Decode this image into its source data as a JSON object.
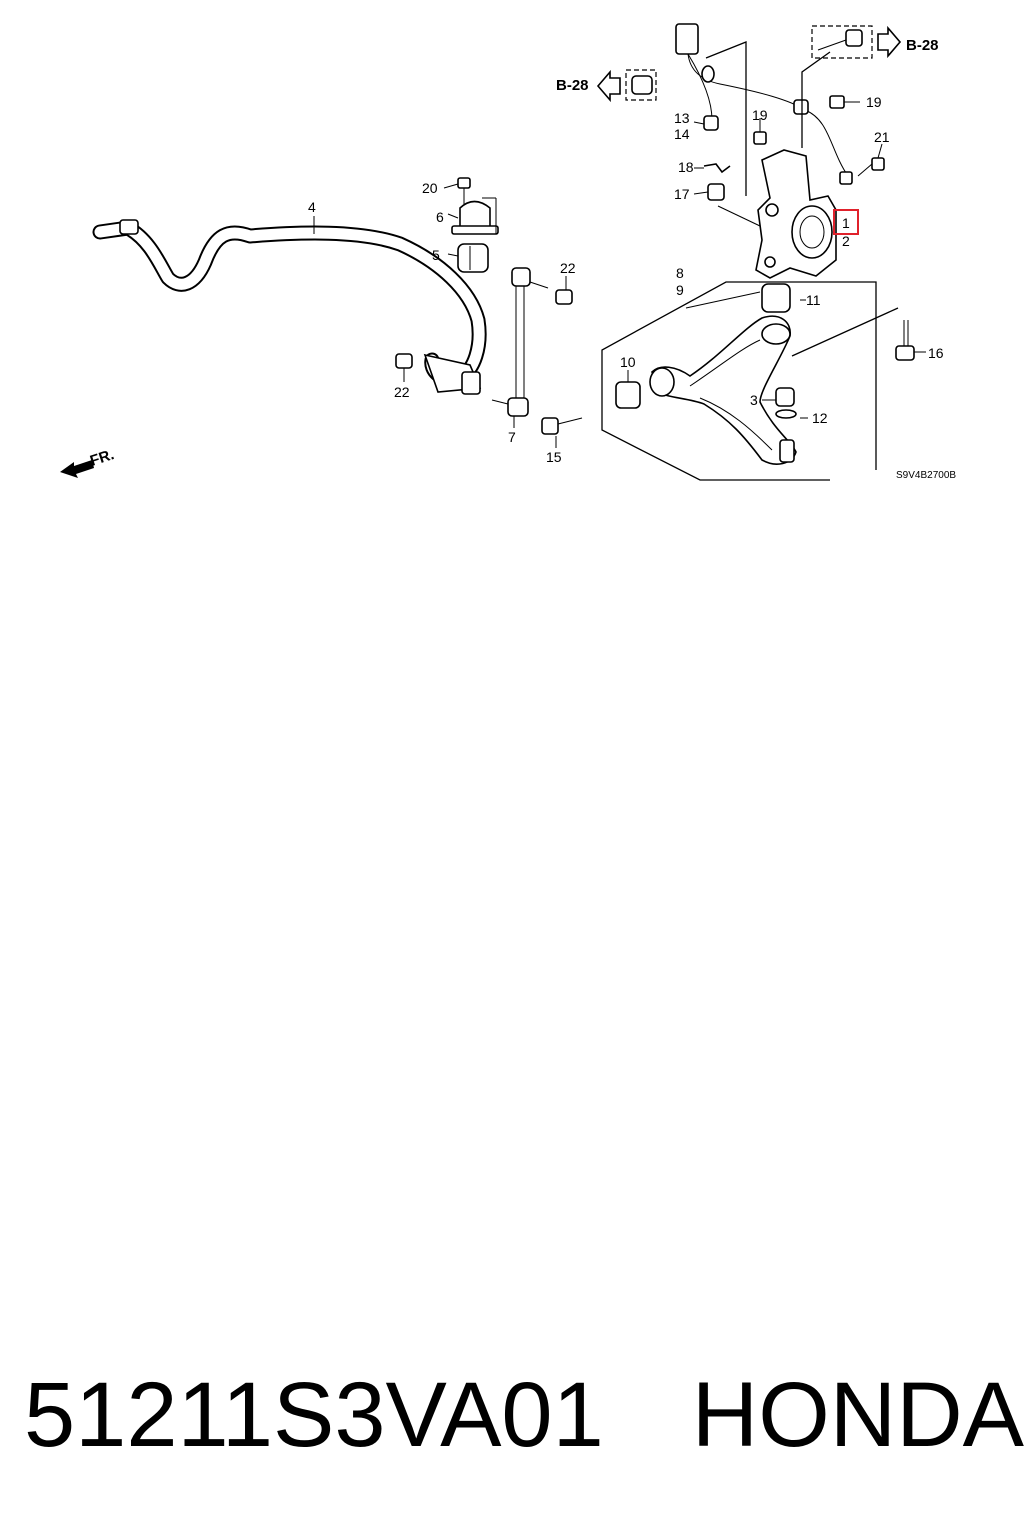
{
  "diagram": {
    "callouts": [
      {
        "id": "c1",
        "text": "1"
      },
      {
        "id": "c2",
        "text": "2"
      },
      {
        "id": "c3",
        "text": "3"
      },
      {
        "id": "c4",
        "text": "4"
      },
      {
        "id": "c5",
        "text": "5"
      },
      {
        "id": "c6",
        "text": "6"
      },
      {
        "id": "c7",
        "text": "7"
      },
      {
        "id": "c8",
        "text": "8"
      },
      {
        "id": "c9",
        "text": "9"
      },
      {
        "id": "c10",
        "text": "10"
      },
      {
        "id": "c11",
        "text": "11"
      },
      {
        "id": "c12",
        "text": "12"
      },
      {
        "id": "c13",
        "text": "13"
      },
      {
        "id": "c14",
        "text": "14"
      },
      {
        "id": "c15",
        "text": "15"
      },
      {
        "id": "c16",
        "text": "16"
      },
      {
        "id": "c17",
        "text": "17"
      },
      {
        "id": "c18",
        "text": "18"
      },
      {
        "id": "c19a",
        "text": "19"
      },
      {
        "id": "c19b",
        "text": "19"
      },
      {
        "id": "c20",
        "text": "20"
      },
      {
        "id": "c21",
        "text": "21"
      },
      {
        "id": "c22a",
        "text": "22"
      },
      {
        "id": "c22b",
        "text": "22"
      }
    ],
    "references": {
      "left": "B-28",
      "right": "B-28"
    },
    "front_marker": "FR.",
    "drawing_code": "S9V4B2700B",
    "highlight_color": "#e0212b"
  },
  "caption": {
    "part_number": "51211S3VA01",
    "brand": "HONDA"
  }
}
